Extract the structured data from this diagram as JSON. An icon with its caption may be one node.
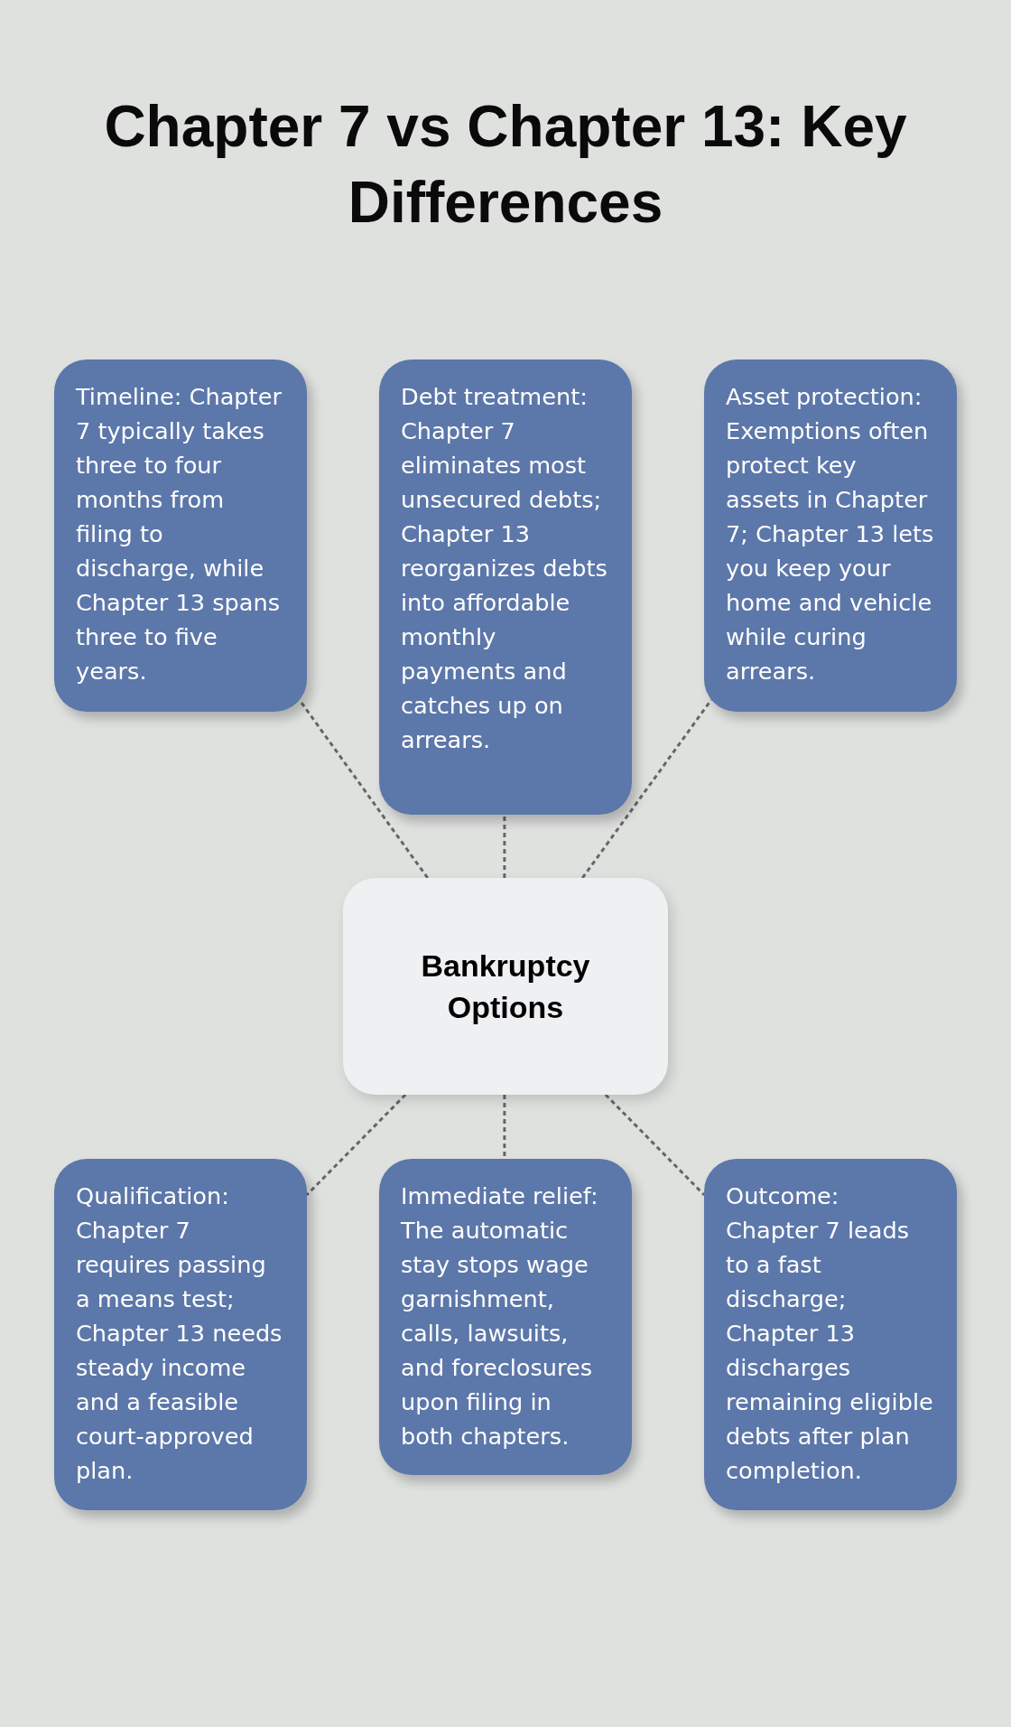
{
  "diagram": {
    "title": "Chapter 7 vs Chapter 13: Key Differences",
    "nodes": [
      {
        "text": [
          "Timeline: Chapter 7 typically takes three to four months from filing to discharge, while Chapter 13 spans three to five years."
        ]
      },
      {
        "text": [
          "Debt treatment: Chapter 7 eliminates most unsecured debts; Chapter 13 reorganizes debts into affordable monthly payments and catches up on arrears."
        ]
      },
      {
        "text": [
          "Asset protection: Exemptions often protect key assets in Chapter 7; Chapter 13 lets you keep your home and vehicle while curing arrears."
        ]
      },
      {
        "text": [
          "Bankruptcy Options"
        ]
      },
      {
        "text": [
          "Qualification: Chapter 7 requires passing a means test; Chapter 13 needs steady income and a feasible court-approved plan."
        ]
      },
      {
        "text": [
          "Immediate relief: The automatic stay stops wage garnishment, calls, lawsuits, and foreclosures upon filing in both chapters."
        ]
      },
      {
        "text": [
          "Outcome: Chapter 7 leads to a fast discharge; Chapter 13 discharges remaining eligible debts after plan completion."
        ]
      }
    ],
    "edges": [
      {
        "from": 3,
        "to": 0,
        "arrow": "none",
        "style": "dashed"
      },
      {
        "from": 3,
        "to": 1,
        "arrow": "none",
        "style": "dashed"
      },
      {
        "from": 3,
        "to": 2,
        "arrow": "none",
        "style": "dashed"
      },
      {
        "from": 3,
        "to": 4,
        "arrow": "none",
        "style": "dashed"
      },
      {
        "from": 3,
        "to": 5,
        "arrow": "none",
        "style": "dashed"
      },
      {
        "from": 3,
        "to": 6,
        "arrow": "none",
        "style": "dashed"
      }
    ]
  }
}
